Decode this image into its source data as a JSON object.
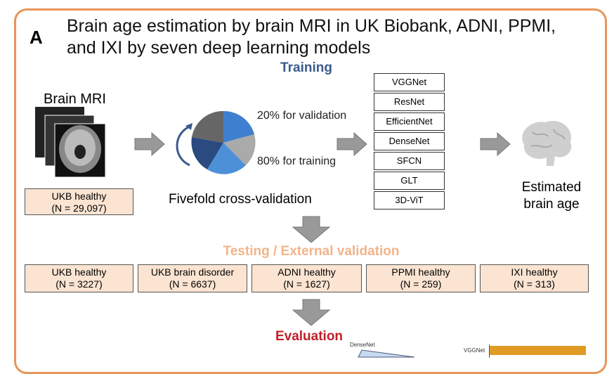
{
  "panel_label": "A",
  "title_line1": "Brain age estimation by brain MRI in UK Biobank, ADNI, PPMI,",
  "title_line2": "and IXI by seven deep learning models",
  "training": {
    "heading": "Training",
    "mri_label": "Brain MRI",
    "train_box": {
      "name": "UKB healthy",
      "n": "(N = 29,097)"
    },
    "validation_label": "20% for validation",
    "training_label": "80% for training",
    "cv_label": "Fivefold cross-validation",
    "models": [
      "VGGNet",
      "ResNet",
      "EfficientNet",
      "DenseNet",
      "SFCN",
      "GLT",
      "3D-ViT"
    ],
    "output_label_1": "Estimated",
    "output_label_2": "brain age"
  },
  "testing": {
    "heading": "Testing / External validation",
    "boxes": [
      {
        "name": "UKB healthy",
        "n": "(N = 3227)"
      },
      {
        "name": "UKB brain disorder",
        "n": "(N = 6637)"
      },
      {
        "name": "ADNI healthy",
        "n": "(N = 1627)"
      },
      {
        "name": "PPMI healthy",
        "n": "(N = 259)"
      },
      {
        "name": "IXI healthy",
        "n": "(N = 313)"
      }
    ]
  },
  "evaluation": {
    "heading": "Evaluation",
    "radar_label": "DenseNet",
    "bar_label": "VGGNet"
  },
  "colors": {
    "border": "#e8955a",
    "training": "#3a5a8c",
    "testing": "#f2b48a",
    "evaluation": "#c0202a",
    "box_fill": "#fbe4d2",
    "bar": "#e09b25"
  }
}
